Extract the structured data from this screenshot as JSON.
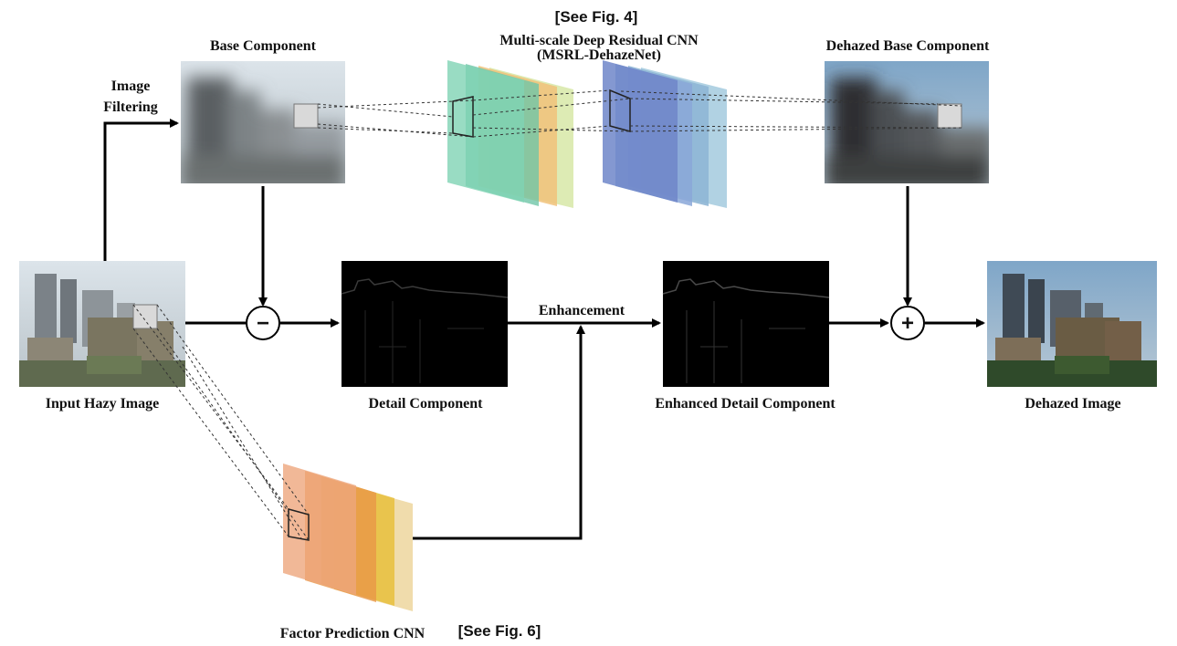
{
  "labels": {
    "see_fig4": "[See Fig. 4]",
    "msrl_title_line1": "Multi-scale Deep Residual CNN",
    "msrl_title_line2": "(MSRL-DehazeNet)",
    "base_component": "Base Component",
    "dehazed_base_component": "Dehazed Base Component",
    "image_filtering_line1": "Image",
    "image_filtering_line2": "Filtering",
    "input_hazy_image": "Input Hazy Image",
    "detail_component": "Detail Component",
    "enhancement": "Enhancement",
    "enhanced_detail_component": "Enhanced Detail Component",
    "dehazed_image": "Dehazed Image",
    "factor_prediction_cnn": "Factor Prediction CNN",
    "see_fig6": "[See Fig. 6]",
    "subtract_symbol": "−",
    "add_symbol": "+"
  },
  "colors": {
    "msrl_layers_a": [
      "#7fd3b4",
      "#6fc6a8",
      "#f1c27a",
      "#d7e7a7"
    ],
    "msrl_layers_b": [
      "#6f86c9",
      "#8aa7d8",
      "#8fb6d5",
      "#a8cde0"
    ],
    "factor_layers": [
      "#eea67d",
      "#e89747",
      "#e8bf3c",
      "#eed8a3"
    ],
    "haze_sky": "#cfd6dd",
    "dark_image": "#000000"
  }
}
